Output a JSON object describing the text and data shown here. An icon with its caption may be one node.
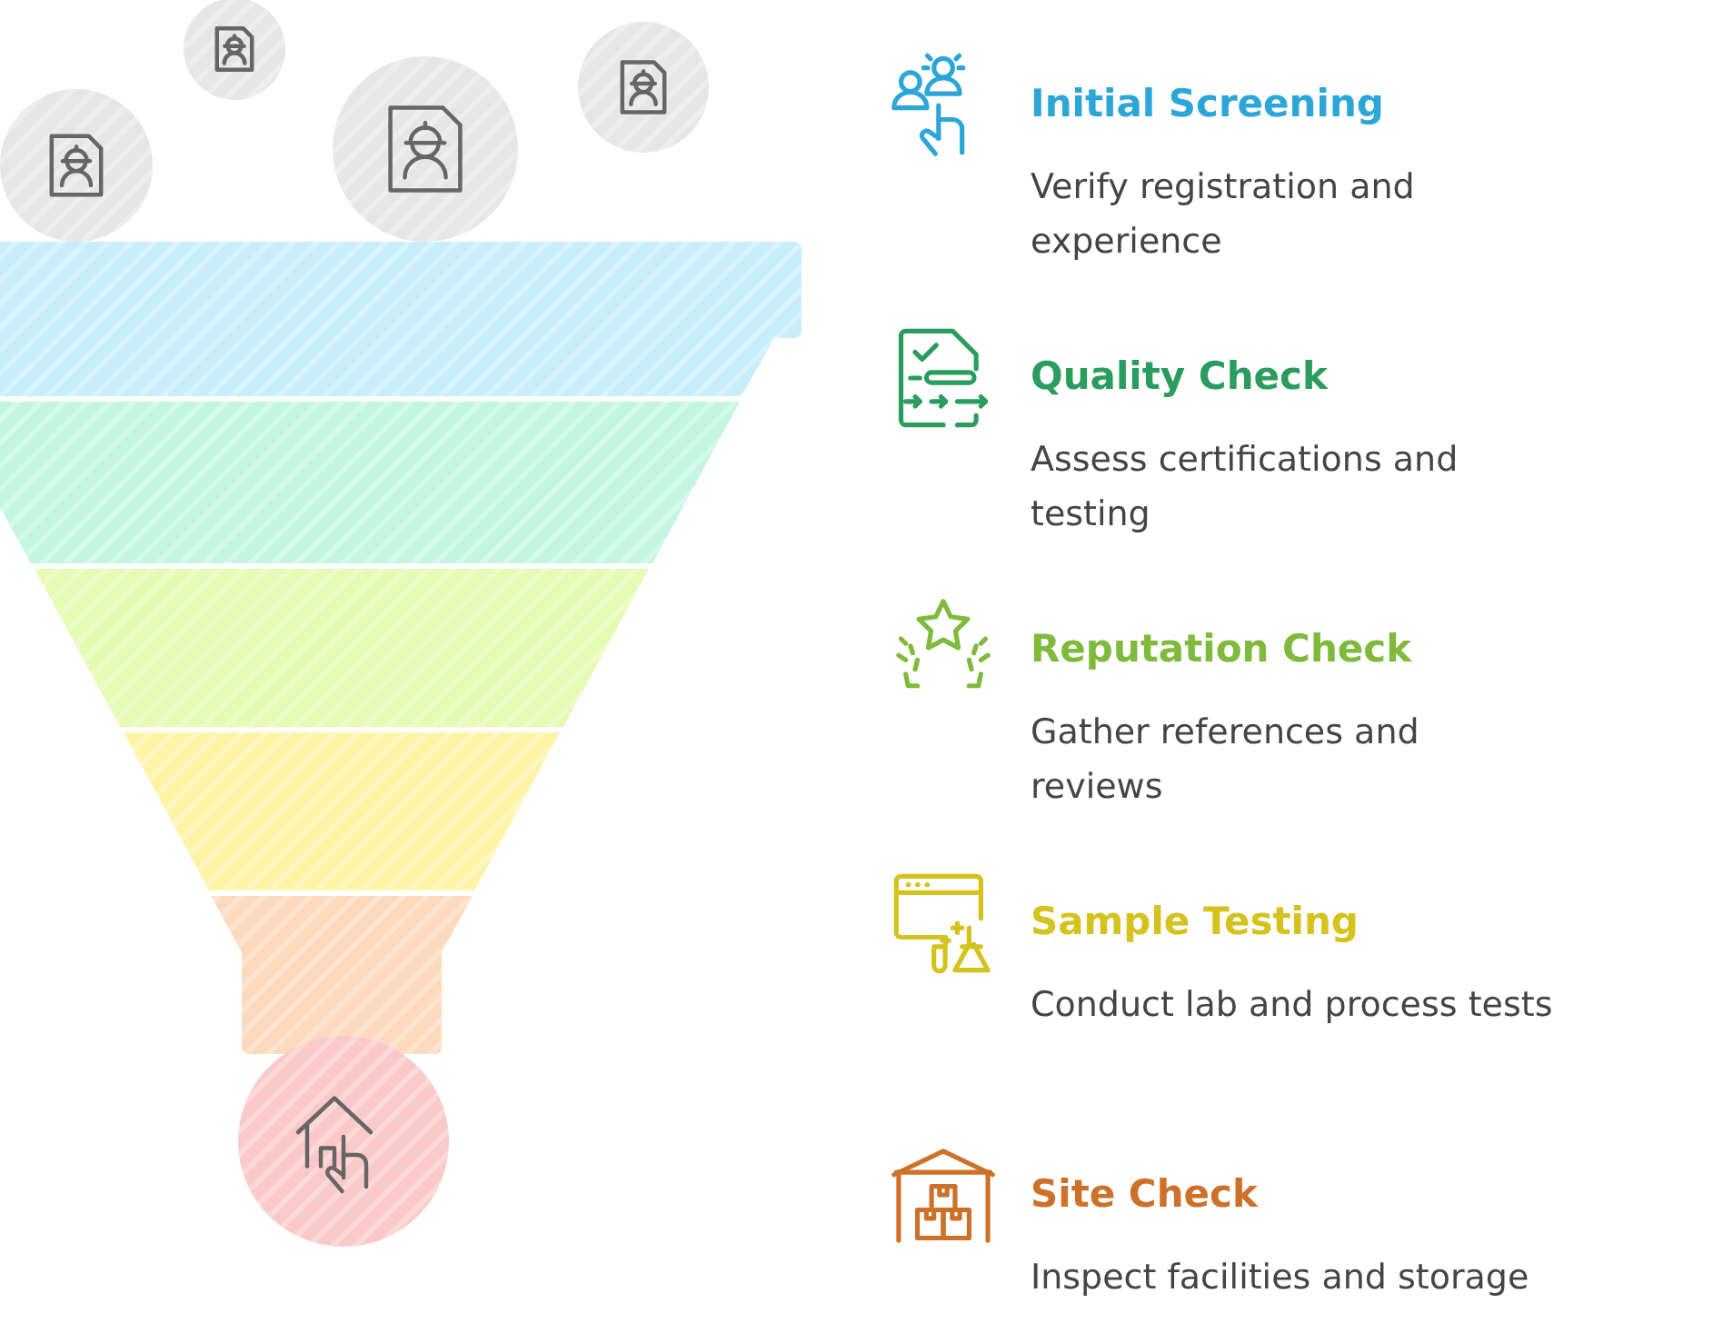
{
  "diagram": {
    "nodes": [
      {
        "text": [
          "Initial Screening",
          "Verify registration and experience"
        ]
      },
      {
        "text": [
          "Quality Check",
          "Assess certifications and testing"
        ]
      },
      {
        "text": [
          "Reputation Check",
          "Gather references and reviews"
        ]
      },
      {
        "text": [
          "Sample Testing",
          "Conduct lab and process tests"
        ]
      },
      {
        "text": [
          "Site Check",
          "Inspect facilities and storage"
        ]
      }
    ]
  }
}
